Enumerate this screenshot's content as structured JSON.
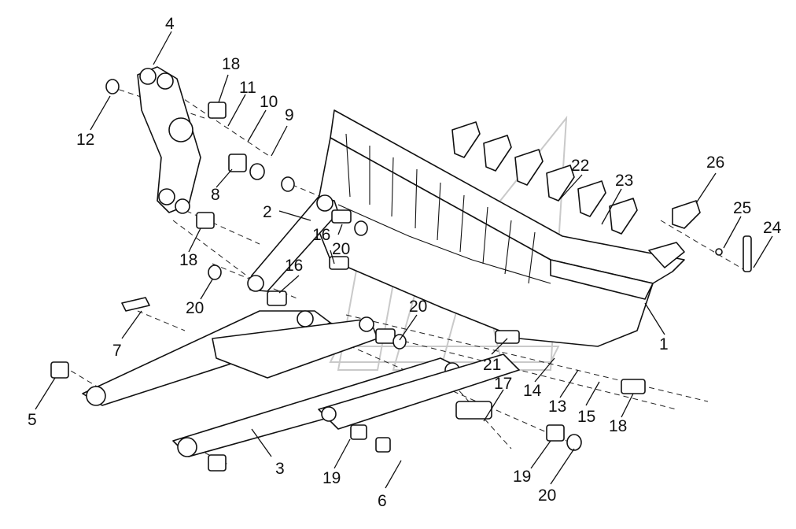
{
  "diagram": {
    "labels": [
      "1",
      "2",
      "3",
      "4",
      "5",
      "6",
      "7",
      "8",
      "9",
      "10",
      "11",
      "12",
      "13",
      "14",
      "15",
      "16",
      "16",
      "17",
      "18",
      "18",
      "18",
      "19",
      "19",
      "20",
      "20",
      "20",
      "20",
      "21",
      "22",
      "23",
      "24",
      "25",
      "26"
    ]
  },
  "colors": {
    "line": "#111111",
    "watermark": "#c9c9c9",
    "background": "#ffffff"
  }
}
